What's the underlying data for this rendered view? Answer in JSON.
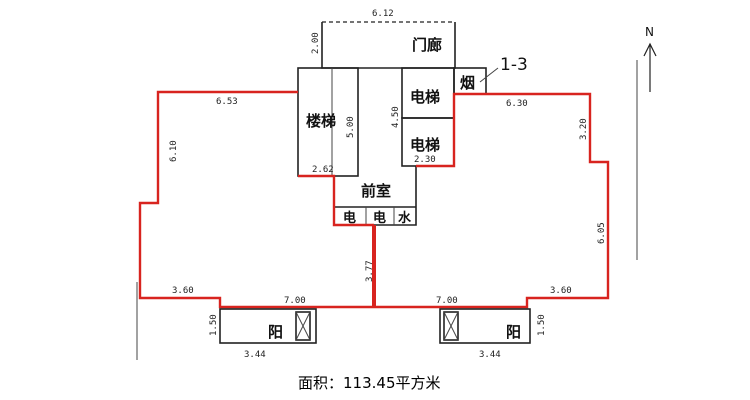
{
  "rooms": {
    "porch": "门廊",
    "stairs": "楼梯",
    "elevator_upper": "电梯",
    "elevator_lower": "电梯",
    "chimney": "烟",
    "lobby": "前室",
    "electric_1": "电",
    "electric_2": "电",
    "water": "水",
    "balcony_left": "阳",
    "balcony_right": "阳"
  },
  "dimensions": {
    "porch_width": "6.12",
    "porch_depth": "2.00",
    "stair_height": "5.00",
    "stair_width": "2.62",
    "elevator_height": "4.50",
    "elevator_width": "2.30",
    "left_top": "6.53",
    "left_side": "6.10",
    "left_step": "3.60",
    "left_south": "7.00",
    "left_balcony_depth": "1.50",
    "left_balcony_width": "3.44",
    "right_top": "6.30",
    "right_upper_side": "3.20",
    "right_side": "6.05",
    "right_step": "3.60",
    "right_south": "7.00",
    "right_balcony_depth": "1.50",
    "right_balcony_width": "3.44",
    "center_wall": "3.77"
  },
  "annotations": {
    "callout": "1-3",
    "north": "N",
    "caption": "面积：113.45平方米"
  },
  "colors": {
    "boundary": "#d8241f",
    "walls": "#222222"
  }
}
